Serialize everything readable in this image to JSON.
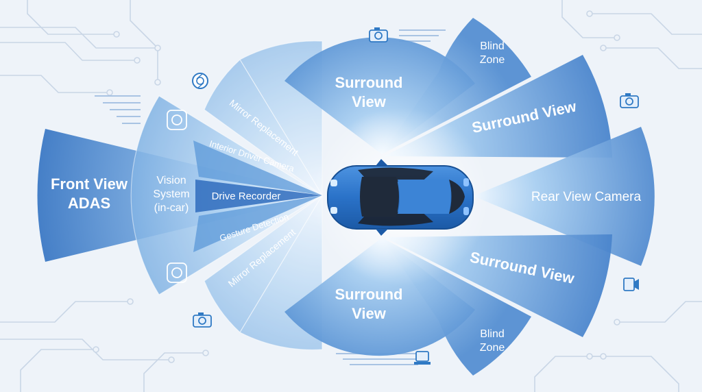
{
  "zones": {
    "front_view_adas": [
      "Front View",
      "ADAS"
    ],
    "vision_system": [
      "Vision",
      "System",
      "(in-car)"
    ],
    "mirror_replacement_top": "Mirror Replacement",
    "interior_driver_camera": "Interior Driver Camera",
    "drive_recorder": "Drive Recorder",
    "gesture_detection": "Gesture Detection",
    "mirror_replacement_bottom": "Mirror Replacement",
    "surround_view_top": [
      "Surround",
      "View"
    ],
    "blind_zone_top": [
      "Blind",
      "Zone"
    ],
    "surround_view_upper_right": "Surround View",
    "rear_view_camera": "Rear View Camera",
    "surround_view_lower_right": "Surround View",
    "surround_view_bottom": [
      "Surround",
      "View"
    ],
    "blind_zone_bottom": [
      "Blind",
      "Zone"
    ]
  },
  "icons": {
    "camera": "camera-icon",
    "aperture": "aperture-icon",
    "video": "video-camera-icon",
    "webcam": "webcam-icon",
    "car": "car-icon"
  },
  "colors": {
    "dark_blue": "#3f7cc8",
    "mid_blue": "#5b98d8",
    "light_blue": "#8dbdea",
    "pale_blue": "#b3d4f1",
    "car_blue": "#2a72c8",
    "background": "#eef3f9"
  }
}
